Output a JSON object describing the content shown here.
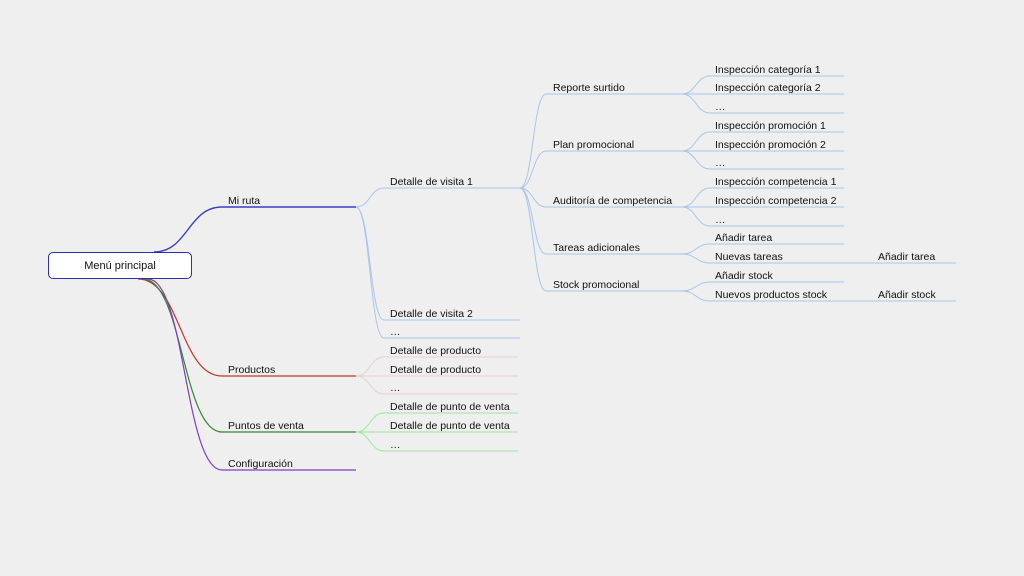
{
  "colors": {
    "background": "#efefef",
    "root_border": "#2b2fb0",
    "blue": "#3a3fc4",
    "blue_light": "#a9c4ec",
    "red": "#c0392b",
    "red_light": "#e8cfcf",
    "green": "#2e8b2e",
    "green_light": "#9ee59e",
    "purple": "#7e3fc0"
  },
  "root": {
    "label": "Menú principal"
  },
  "branches": {
    "mi_ruta": {
      "label": "Mi ruta",
      "visita_1": {
        "label": "Detalle de visita 1",
        "reporte_surtido": {
          "label": "Reporte surtido",
          "items": [
            "Inspección categoría 1",
            "Inspección categoría 2",
            "..."
          ]
        },
        "plan_promocional": {
          "label": "Plan promocional",
          "items": [
            "Inspección promoción 1",
            "Inspección promoción 2",
            "..."
          ]
        },
        "auditoria": {
          "label": "Auditoría de competencia",
          "items": [
            "Inspección competencia 1",
            "Inspección competencia 2",
            "..."
          ]
        },
        "tareas": {
          "label": "Tareas adicionales",
          "items": [
            "Añadir tarea",
            "Nuevas tareas"
          ],
          "sub": "Añadir tarea"
        },
        "stock": {
          "label": "Stock promocional",
          "items": [
            "Añadir stock",
            "Nuevos productos stock"
          ],
          "sub": "Añadir stock"
        }
      },
      "visita_2": {
        "label": "Detalle de visita 2"
      },
      "more": {
        "label": "..."
      }
    },
    "productos": {
      "label": "Productos",
      "items": [
        "Detalle de producto",
        "Detalle de producto",
        "..."
      ]
    },
    "puntos_venta": {
      "label": "Puntos de venta",
      "items": [
        "Detalle de punto de venta",
        "Detalle de punto de venta",
        "..."
      ]
    },
    "configuracion": {
      "label": "Configuración"
    }
  }
}
